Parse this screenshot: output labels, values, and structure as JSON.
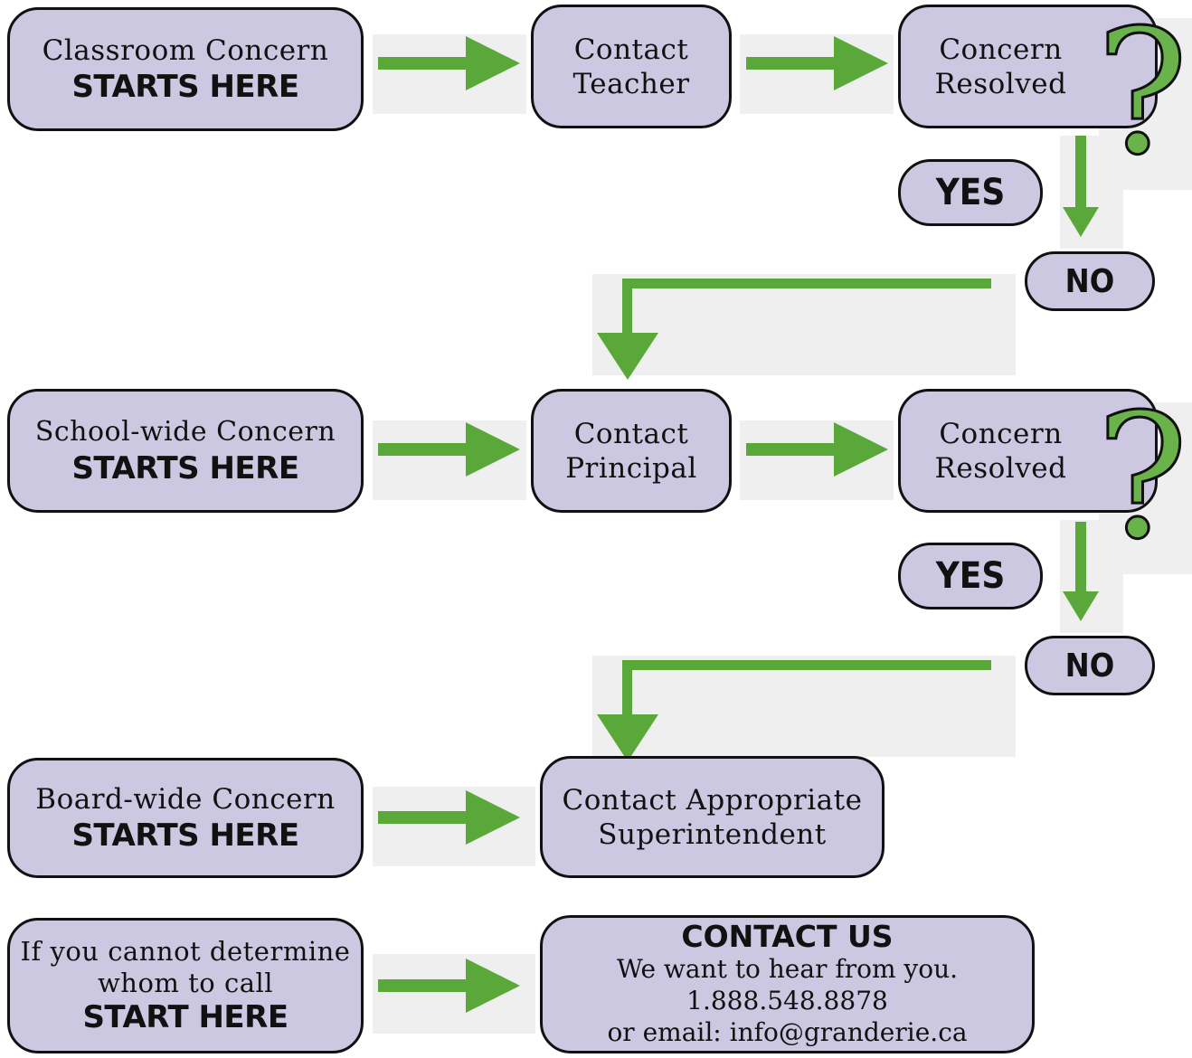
{
  "rows": [
    {
      "start_line1": "Classroom Concern",
      "start_line2": "STARTS HERE",
      "mid_line1": "Contact",
      "mid_line2": "Teacher",
      "resolved_line1": "Concern",
      "resolved_line2": "Resolved",
      "question": "?",
      "yes": "YES",
      "no": "NO"
    },
    {
      "start_line1": "School-wide Concern",
      "start_line2": "STARTS HERE",
      "mid_line1": "Contact",
      "mid_line2": "Principal",
      "resolved_line1": "Concern",
      "resolved_line2": "Resolved",
      "question": "?",
      "yes": "YES",
      "no": "NO"
    }
  ],
  "board": {
    "start_line1": "Board-wide Concern",
    "start_line2": "STARTS HERE",
    "target_line1": "Contact Appropriate",
    "target_line2": "Superintendent"
  },
  "unknown": {
    "line1": "If you cannot determine",
    "line2": "whom to call",
    "line3": "START HERE"
  },
  "contact": {
    "title": "CONTACT US",
    "line1": "We want to hear from you.",
    "line2": "1.888.548.8878",
    "line3": "or email: info@granderie.ca"
  },
  "colors": {
    "box_fill": "#cdc8e2",
    "arrow": "#5aa83a",
    "border": "#111111"
  }
}
